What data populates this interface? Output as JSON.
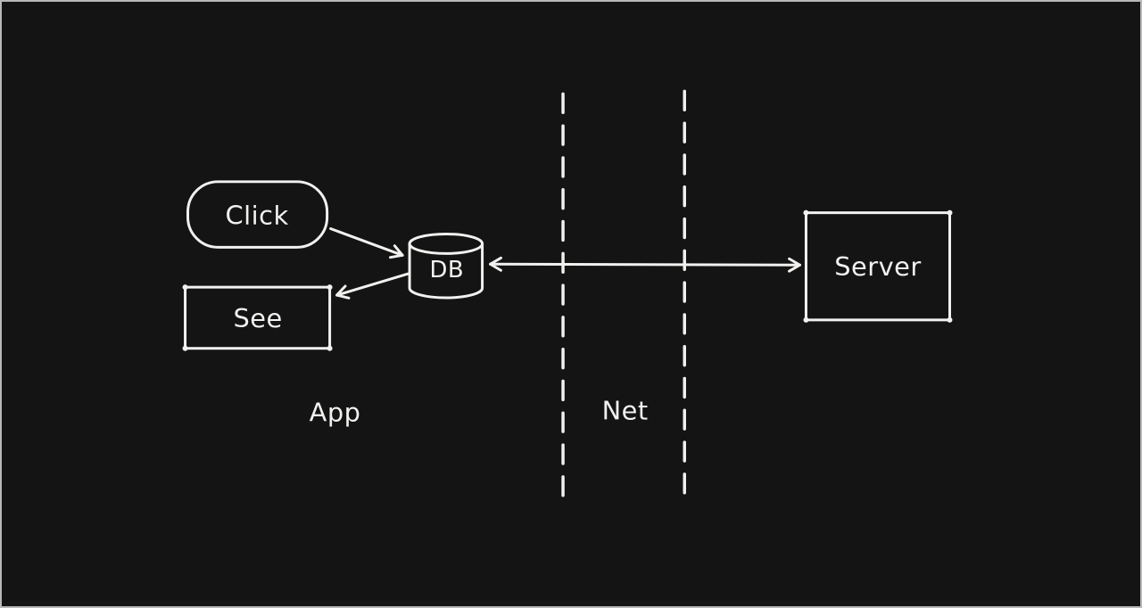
{
  "colors": {
    "bg": "#141414",
    "frame": "#b8b8b8",
    "ink": "#f2f1ef"
  },
  "diagram": {
    "type": "flow-diagram",
    "nodes": {
      "click": {
        "label": "Click",
        "shape": "rounded-rectangle"
      },
      "db": {
        "label": "DB",
        "shape": "cylinder"
      },
      "see": {
        "label": "See",
        "shape": "rectangle"
      },
      "server": {
        "label": "Server",
        "shape": "rectangle"
      }
    },
    "zones": {
      "app": {
        "label": "App"
      },
      "net": {
        "label": "Net"
      }
    },
    "edges": [
      {
        "from": "click",
        "to": "db",
        "direction": "one-way"
      },
      {
        "from": "db",
        "to": "see",
        "direction": "one-way"
      },
      {
        "from": "db",
        "to": "server",
        "direction": "two-way"
      }
    ]
  }
}
